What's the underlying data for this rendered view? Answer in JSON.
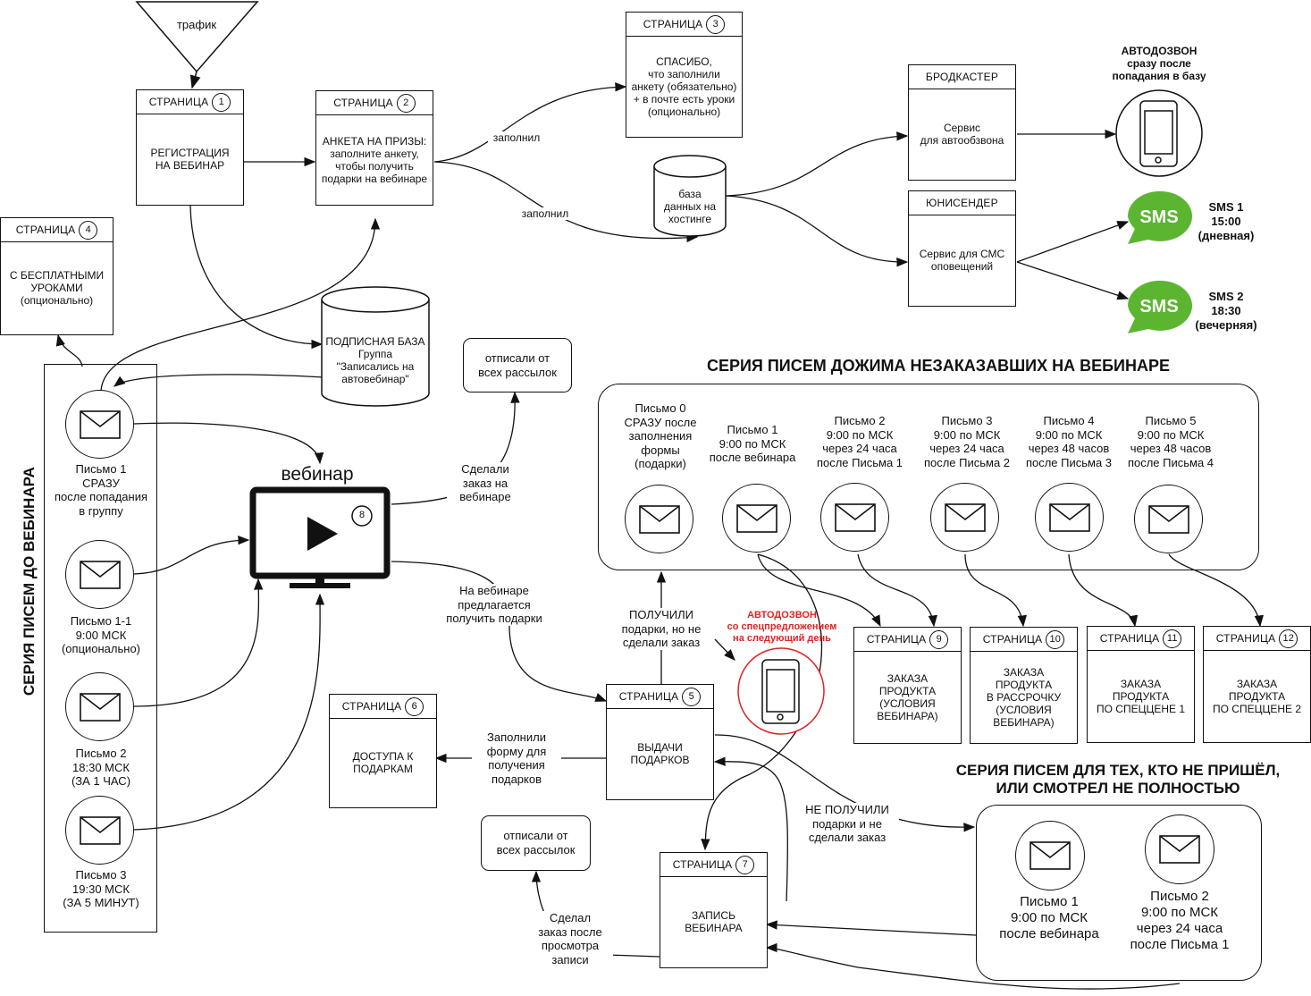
{
  "pages": {
    "p1": {
      "header": "СТРАНИЦА",
      "num": "1",
      "body": "РЕГИСТРАЦИЯ\nНА ВЕБИНАР"
    },
    "p2": {
      "header": "СТРАНИЦА",
      "num": "2",
      "body": "АНКЕТА НА ПРИЗЫ:\nзаполните анкету,\nчтобы получить\nподарки на вебинаре"
    },
    "p3": {
      "header": "СТРАНИЦА",
      "num": "3",
      "body": "СПАСИБО,\nчто заполнили\nанкету (обязательно)\n+ в почте есть уроки\n(опционально)"
    },
    "p4": {
      "header": "СТРАНИЦА",
      "num": "4",
      "body": "С БЕСПЛАТНЫМИ\nУРОКАМИ\n(опционально)"
    },
    "p5": {
      "header": "СТРАНИЦА",
      "num": "5",
      "body": "ВЫДАЧИ\nПОДАРКОВ"
    },
    "p6": {
      "header": "СТРАНИЦА",
      "num": "6",
      "body": "ДОСТУПА К\nПОДАРКАМ"
    },
    "p7": {
      "header": "СТРАНИЦА",
      "num": "7",
      "body": "ЗАПИСЬ\nВЕБИНАРА"
    },
    "p9": {
      "header": "СТРАНИЦА",
      "num": "9",
      "body": "ЗАКАЗА\nПРОДУКТА\n(УСЛОВИЯ\nВЕБИНАРА)"
    },
    "p10": {
      "header": "СТРАНИЦА",
      "num": "10",
      "body": "ЗАКАЗА\nПРОДУКТА\nВ РАССРОЧКУ\n(УСЛОВИЯ\nВЕБИНАРА)"
    },
    "p11": {
      "header": "СТРАНИЦА",
      "num": "11",
      "body": "ЗАКАЗА\nПРОДУКТА\nПО СПЕЦЦЕНЕ 1"
    },
    "p12": {
      "header": "СТРАНИЦА",
      "num": "12",
      "body": "ЗАКАЗА\nПРОДУКТА\nПО СПЕЦЦЕНЕ 2"
    },
    "broadcaster": {
      "header": "БРОДКАСТЕР",
      "body": "Сервис\nдля автообзвона"
    },
    "unisender": {
      "header": "ЮНИСЕНДЕР",
      "body": "Сервис для СМС\nоповещений"
    }
  },
  "traffic": "трафик",
  "db_hosting": "база\nданных на\nхостинге",
  "db_subscribers": "ПОДПИСНАЯ БАЗА\nГруппа\n\"Записались на\nавтовебинар\"",
  "edge_filled_1": "заполнил",
  "edge_filled_2": "заполнил",
  "autocall_top": "АВТОДОЗВОН\nсразу после\nпопадания в базу",
  "sms": {
    "icon_text": "SMS",
    "sms1": "SMS 1\n15:00\n(дневная)",
    "sms2": "SMS 2\n18:30\n(вечерняя)"
  },
  "unsubscribed_1": "отписали от\nвсех рассылок",
  "unsubscribed_2": "отписали от\nвсех рассылок",
  "webinar": {
    "label": "вебинар",
    "num": "8"
  },
  "pre_series": {
    "title": "СЕРИЯ ПИСЕМ ДО ВЕБИНАРА",
    "letters": [
      "Письмо 1\nСРАЗУ\nпосле попадания\nв группу",
      "Письмо 1-1\n9:00 МСК\n(опционально)",
      "Письмо 2\n18:30 МСК\n(ЗА 1 ЧАС)",
      "Письмо 3\n19:30 МСК\n(ЗА 5 МИНУТ)"
    ]
  },
  "edge_made_order": "Сделали\nзаказ на\nвебинаре",
  "edge_gifts_offered": "На вебинаре\nпредлагается\nполучить подарки",
  "edge_form_filled": "Заполнили\nформу для\nполучения\nподарков",
  "edge_got_no_order": "ПОЛУЧИЛИ\nподарки, но не\nсделали заказ",
  "edge_no_gifts": "НЕ ПОЛУЧИЛИ\nподарки и не\nсделали заказ",
  "edge_order_after_record": "Сделал\nзаказ после\nпросмотра\nзаписи",
  "autocall_red": "АВТОДОЗВОН\nсо спецпредложением\nна следующий день",
  "followup_series": {
    "title": "СЕРИЯ ПИСЕМ ДОЖИМА НЕЗАКАЗАВШИХ НА ВЕБИНАРЕ",
    "letters": [
      "Письмо 0\nСРАЗУ после\nзаполнения\nформы\n(подарки)",
      "Письмо 1\n9:00 по МСК\nпосле вебинара",
      "Письмо 2\n9:00 по МСК\nчерез 24 часа\nпосле Письма 1",
      "Письмо 3\n9:00 по МСК\nчерез 24 часа\nпосле Письма 2",
      "Письмо 4\n9:00 по МСК\nчерез 48 часов\nпосле Письма 3",
      "Письмо 5\n9:00 по МСК\nчерез 48 часов\nпосле Письма 4"
    ]
  },
  "noshow_series": {
    "title": "СЕРИЯ ПИСЕМ ДЛЯ ТЕХ, КТО НЕ ПРИШЁЛ,\nИЛИ СМОТРЕЛ НЕ ПОЛНОСТЬЮ",
    "letters": [
      "Письмо 1\n9:00 по МСК\nпосле вебинара",
      "Письмо 2\n9:00 по МСК\nчерез 24 часа\nпосле Письма 1"
    ]
  },
  "colors": {
    "sms_green": "#5cb531",
    "autocall_red": "#e02424",
    "stroke": "#111111"
  }
}
